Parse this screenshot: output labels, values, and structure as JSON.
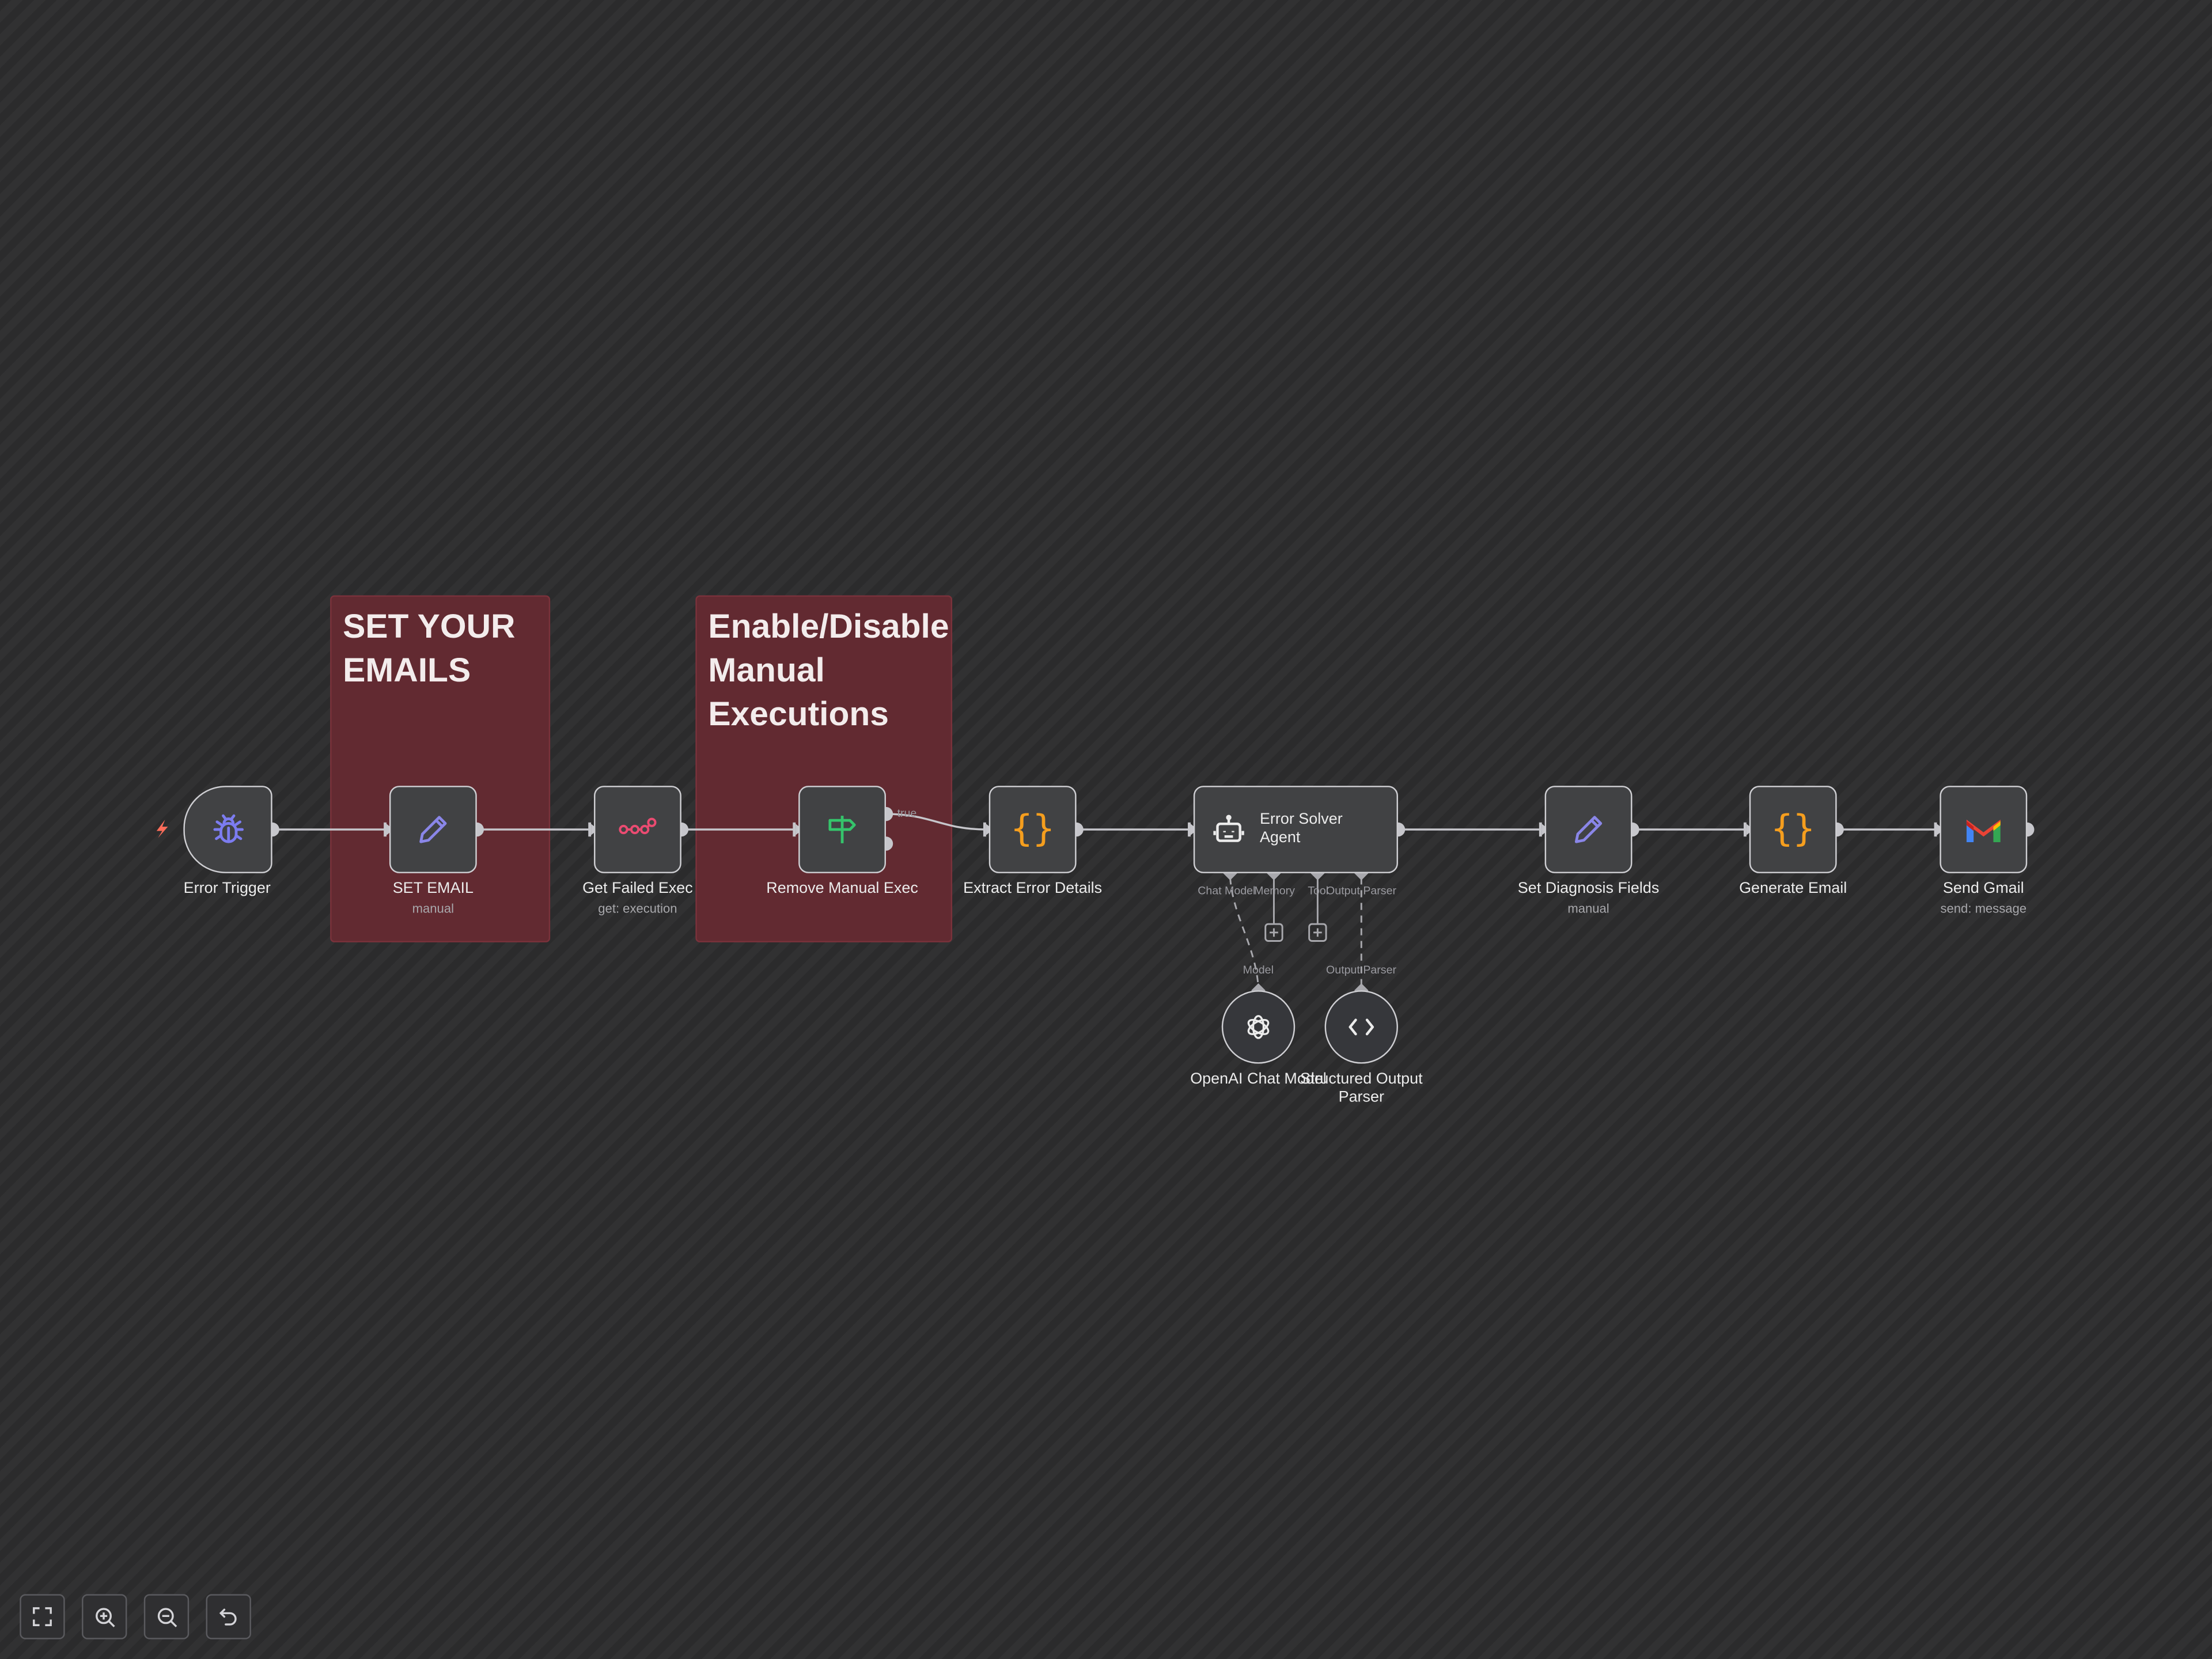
{
  "canvas": {
    "stickies": [
      {
        "id": "sticky-set-emails",
        "text": "SET YOUR\nEMAILS"
      },
      {
        "id": "sticky-enable-disable",
        "text": "Enable/Disable\nManual\nExecutions"
      }
    ],
    "nodes": {
      "error_trigger": {
        "label": "Error Trigger",
        "icon": "bug-icon"
      },
      "set_email": {
        "label": "SET EMAIL",
        "subtitle": "manual",
        "icon": "pencil-icon"
      },
      "get_failed_exec": {
        "label": "Get Failed Exec",
        "subtitle": "get: execution",
        "icon": "n8n-icon"
      },
      "remove_manual_exec": {
        "label": "Remove Manual Exec",
        "icon": "signpost-icon",
        "branch_label": "true"
      },
      "extract_error_details": {
        "label": "Extract Error Details",
        "icon": "code-braces-icon"
      },
      "error_solver_agent": {
        "label": "Error Solver\nAgent",
        "icon": "robot-icon",
        "ports": {
          "chat_model": "Chat Model",
          "memory": "Memory",
          "tool": "Tool",
          "output_parser": "Output Parser"
        }
      },
      "set_diagnosis_fields": {
        "label": "Set Diagnosis Fields",
        "subtitle": "manual",
        "icon": "pencil-icon"
      },
      "generate_email": {
        "label": "Generate Email",
        "icon": "code-braces-icon"
      },
      "send_gmail": {
        "label": "Send Gmail",
        "subtitle": "send: message",
        "icon": "gmail-icon"
      },
      "openai_chat_model": {
        "label": "OpenAI Chat Model",
        "port": "Model",
        "icon": "openai-icon"
      },
      "structured_output_parser": {
        "label": "Structured Output\nParser",
        "port": "Output Parser",
        "icon": "code-brackets-icon"
      }
    }
  },
  "controls": [
    {
      "name": "fit-view-button",
      "icon": "expand-icon"
    },
    {
      "name": "zoom-in-button",
      "icon": "zoom-in-icon"
    },
    {
      "name": "zoom-out-button",
      "icon": "zoom-out-icon"
    },
    {
      "name": "reset-zoom-button",
      "icon": "undo-icon"
    }
  ],
  "colors": {
    "canvas": "#2b2b2c",
    "sticky": "#622a31",
    "node": "#414244",
    "edge": "#c6c6cb",
    "bug": "#7c7cf0",
    "pencil": "#8a86e8",
    "n8n": "#ea4b71",
    "signpost": "#35c46b",
    "braces": "#f59e1e",
    "trigger_bolt": "#ff6d5a"
  }
}
